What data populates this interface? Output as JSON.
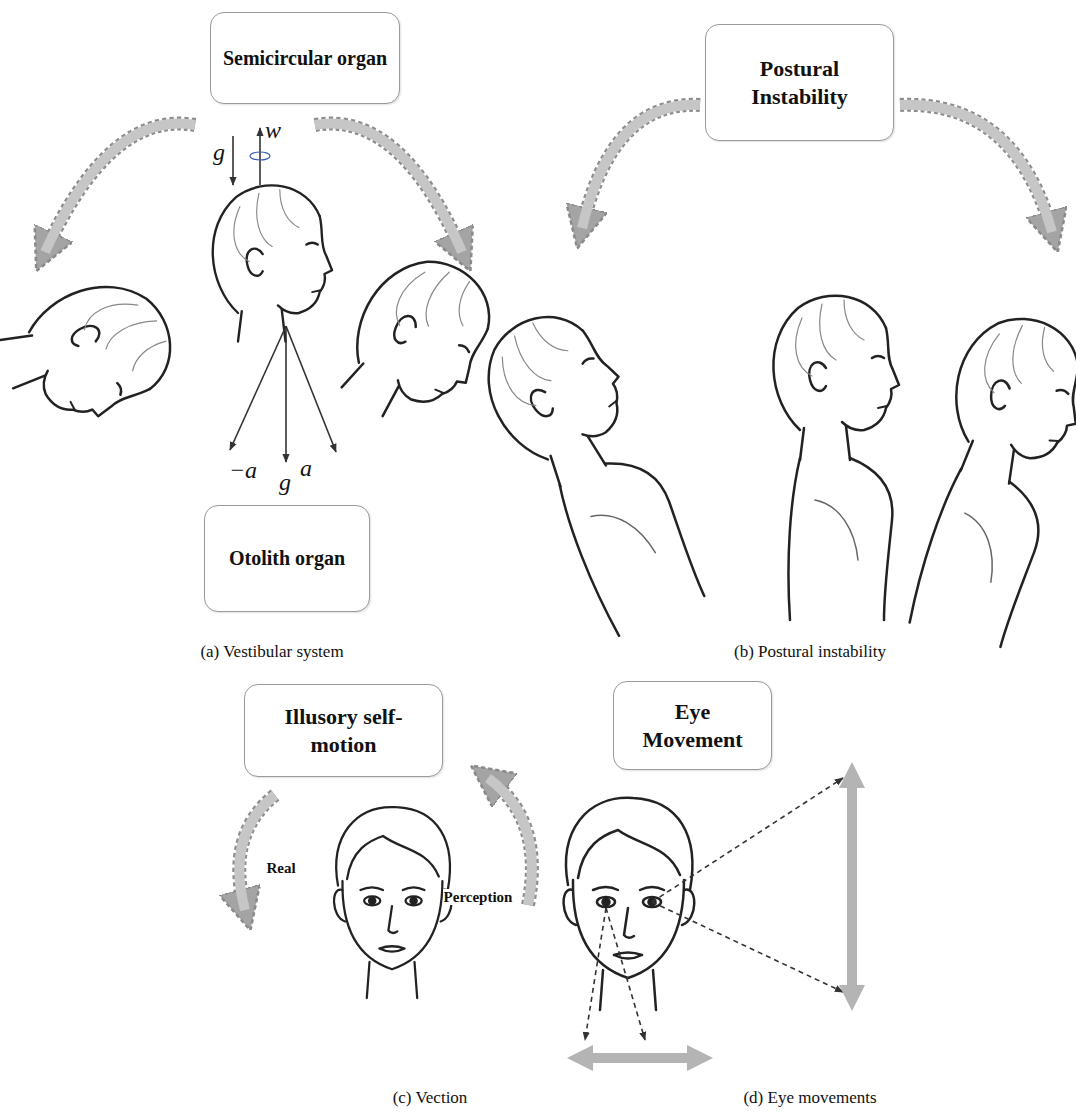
{
  "diagram": {
    "nodes": [
      {
        "text": [
          "Semicircular organ"
        ]
      },
      {
        "text": [
          "Otolith organ"
        ]
      },
      {
        "text": [
          "Postural Instability"
        ]
      },
      {
        "text": [
          "Illusory self-motion"
        ]
      },
      {
        "text": [
          "Eye Movement"
        ]
      }
    ],
    "labels": [
      "g",
      "w",
      "−a",
      "g",
      "a",
      "(a) Vestibular system",
      "(b) Postural instability",
      "Real",
      "Perception",
      "(c) Vection",
      "(d) Eye movements"
    ]
  }
}
